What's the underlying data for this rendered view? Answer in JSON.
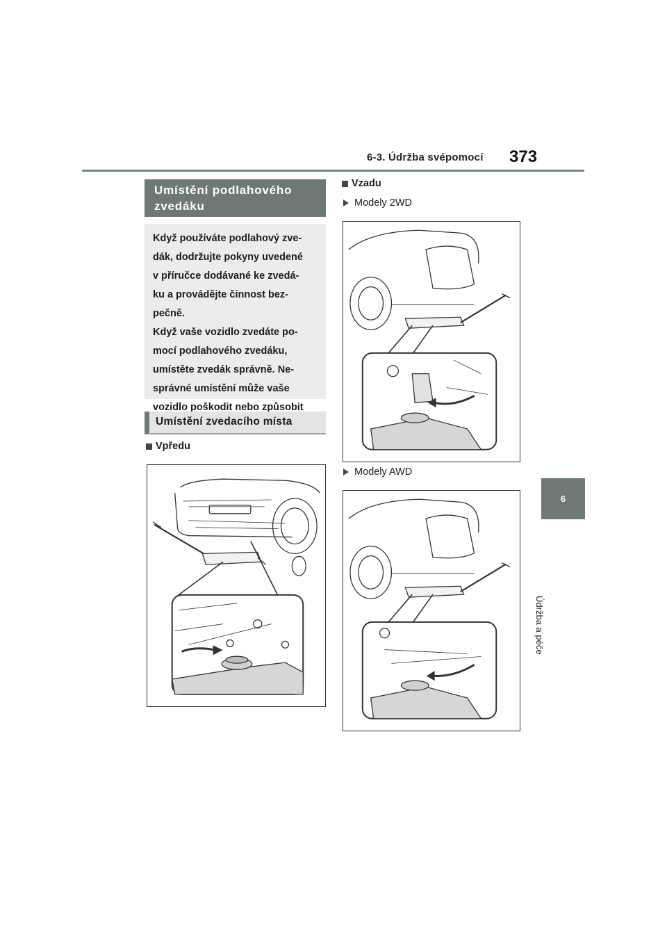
{
  "header": {
    "section": "6-3. Údržba svépomocí",
    "page_number": "373"
  },
  "side": {
    "chapter_number": "6",
    "chapter_label": "Údržba a péče"
  },
  "title": "Umístění podlahového zvedáku",
  "intro": "Když používáte podlahový zve-\ndák, dodržujte pokyny uvedené\nv příručce dodávané ke zvedá-\nku a provádějte činnost bez-\npečně.\nKdyž vaše vozidlo zvedáte po-\nmocí podlahového zvedáku,\numístěte zvedák správně. Ne-\nsprávné umístění může vaše\nvozidlo poškodit nebo způsobit\nzranění.",
  "subtitle": "Umístění zvedacího místa",
  "front": {
    "heading": "Vpředu"
  },
  "rear": {
    "heading": "Vzadu",
    "models_2wd": "Modely 2WD",
    "models_awd": "Modely AWD"
  }
}
